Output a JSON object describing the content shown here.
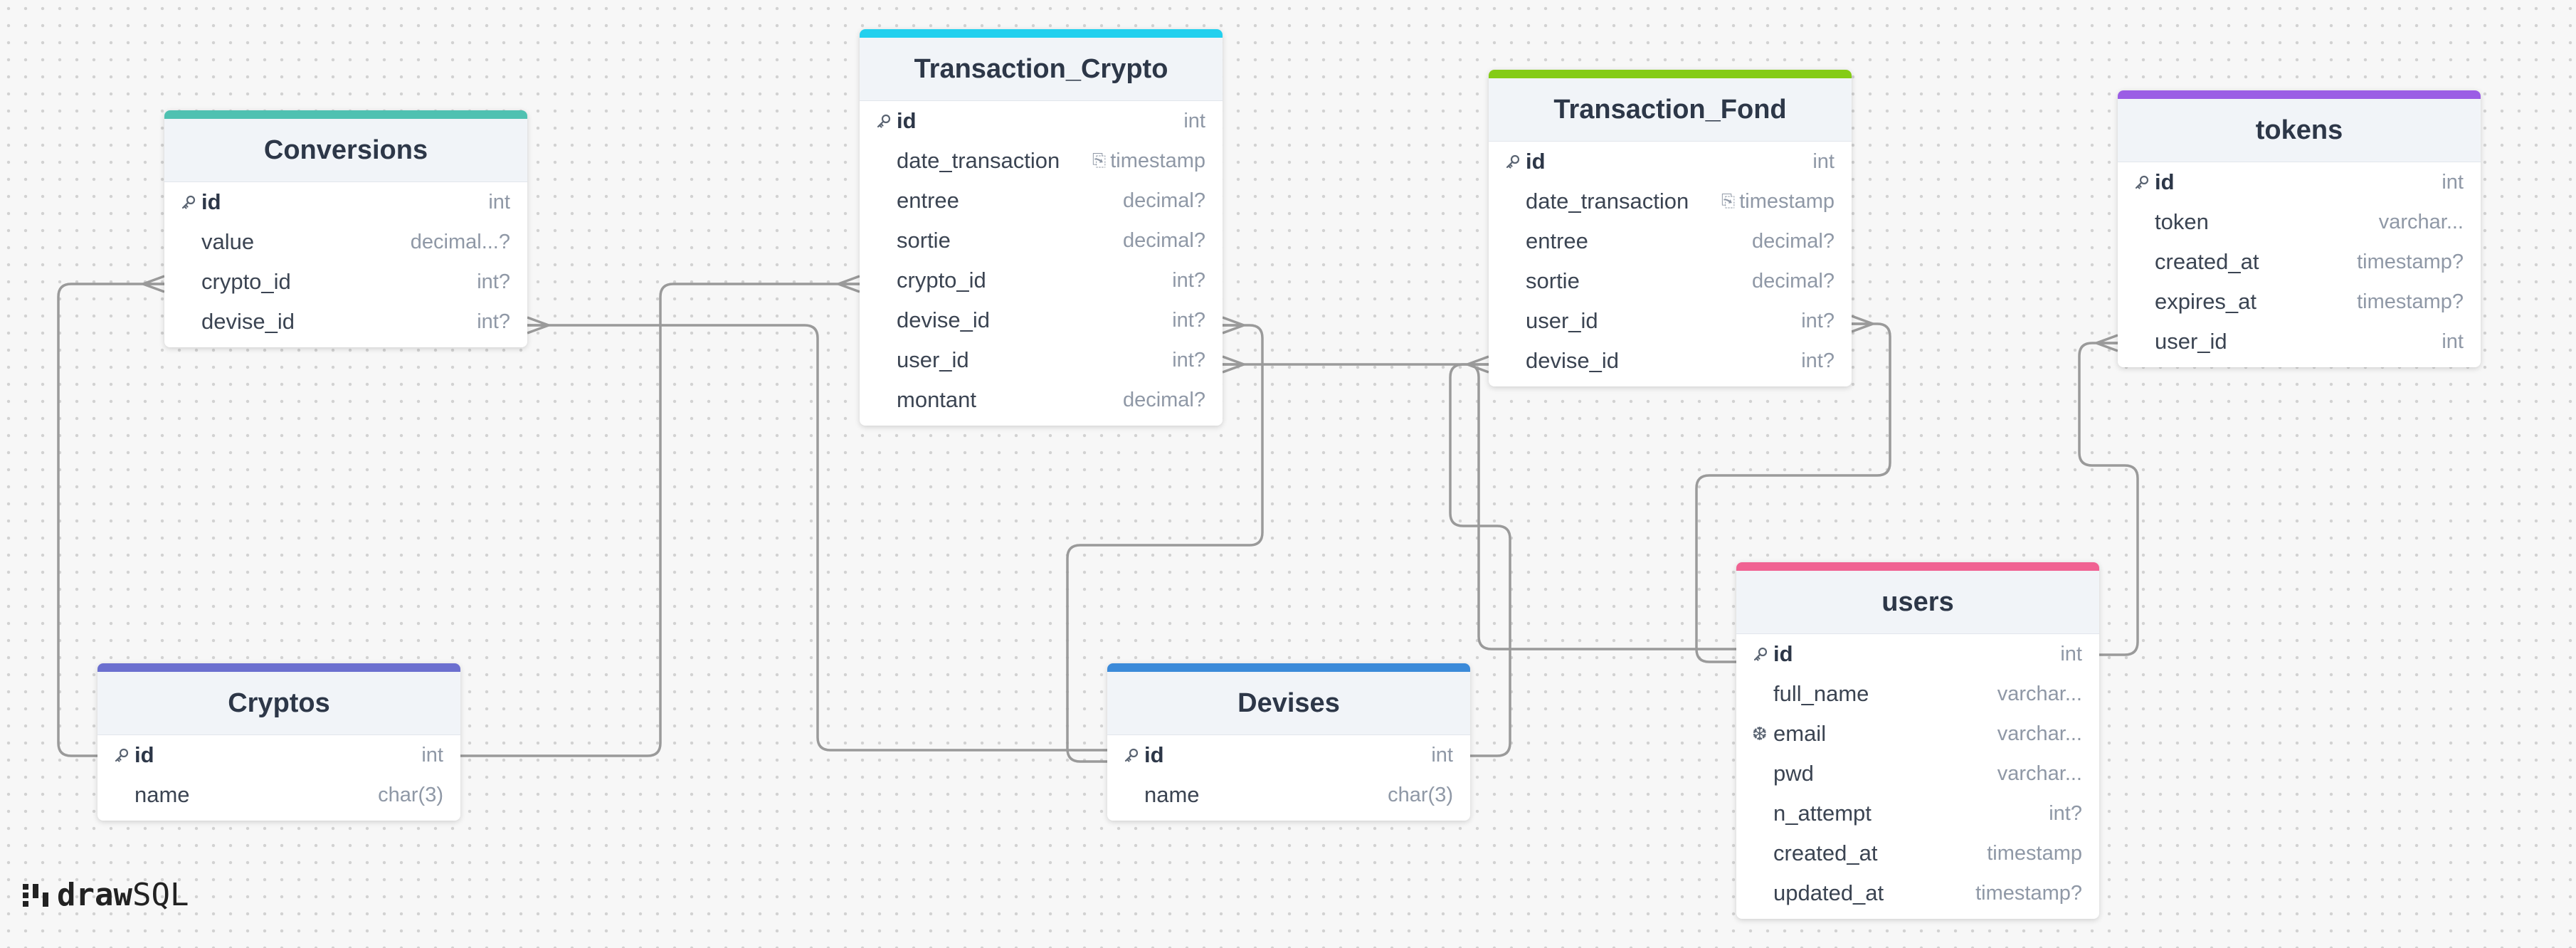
{
  "colors": {
    "canvas": "#f7f7f7",
    "connector": "#9a9a9a",
    "header_bg": "#f1f4f8",
    "type_text": "#8f98a6"
  },
  "tables": [
    {
      "key": "conversions",
      "name": "Conversions",
      "accent": "#4fc1b1",
      "columns": [
        {
          "name": "id",
          "type": "int",
          "icon": "key-icon",
          "pk": true
        },
        {
          "name": "value",
          "type": "decimal...?"
        },
        {
          "name": "crypto_id",
          "type": "int?"
        },
        {
          "name": "devise_id",
          "type": "int?"
        }
      ]
    },
    {
      "key": "transaction-crypto",
      "name": "Transaction_Crypto",
      "accent": "#22d0ee",
      "columns": [
        {
          "name": "id",
          "type": "int",
          "icon": "key-icon",
          "pk": true
        },
        {
          "name": "date_transaction",
          "type": "timestamp",
          "note": true
        },
        {
          "name": "entree",
          "type": "decimal?"
        },
        {
          "name": "sortie",
          "type": "decimal?"
        },
        {
          "name": "crypto_id",
          "type": "int?"
        },
        {
          "name": "devise_id",
          "type": "int?"
        },
        {
          "name": "user_id",
          "type": "int?"
        },
        {
          "name": "montant",
          "type": "decimal?"
        }
      ]
    },
    {
      "key": "transaction-fond",
      "name": "Transaction_Fond",
      "accent": "#84cc16",
      "columns": [
        {
          "name": "id",
          "type": "int",
          "icon": "key-icon",
          "pk": true
        },
        {
          "name": "date_transaction",
          "type": "timestamp",
          "note": true
        },
        {
          "name": "entree",
          "type": "decimal?"
        },
        {
          "name": "sortie",
          "type": "decimal?"
        },
        {
          "name": "user_id",
          "type": "int?"
        },
        {
          "name": "devise_id",
          "type": "int?"
        }
      ]
    },
    {
      "key": "tokens",
      "name": "tokens",
      "accent": "#9b5de5",
      "columns": [
        {
          "name": "id",
          "type": "int",
          "icon": "key-icon",
          "pk": true
        },
        {
          "name": "token",
          "type": "varchar..."
        },
        {
          "name": "created_at",
          "type": "timestamp?"
        },
        {
          "name": "expires_at",
          "type": "timestamp?"
        },
        {
          "name": "user_id",
          "type": "int"
        }
      ]
    },
    {
      "key": "cryptos",
      "name": "Cryptos",
      "accent": "#6b6fcf",
      "columns": [
        {
          "name": "id",
          "type": "int",
          "icon": "key-icon",
          "pk": true
        },
        {
          "name": "name",
          "type": "char(3)"
        }
      ]
    },
    {
      "key": "devises",
      "name": "Devises",
      "accent": "#3b8ad9",
      "columns": [
        {
          "name": "id",
          "type": "int",
          "icon": "key-icon",
          "pk": true
        },
        {
          "name": "name",
          "type": "char(3)"
        }
      ]
    },
    {
      "key": "users",
      "name": "users",
      "accent": "#f06292",
      "columns": [
        {
          "name": "id",
          "type": "int",
          "icon": "key-icon",
          "pk": true
        },
        {
          "name": "full_name",
          "type": "varchar..."
        },
        {
          "name": "email",
          "type": "varchar...",
          "icon": "unique-icon"
        },
        {
          "name": "pwd",
          "type": "varchar..."
        },
        {
          "name": "n_attempt",
          "type": "int?"
        },
        {
          "name": "created_at",
          "type": "timestamp"
        },
        {
          "name": "updated_at",
          "type": "timestamp?"
        }
      ]
    }
  ],
  "logo": {
    "part1": "draw",
    "part2": "SQL"
  }
}
